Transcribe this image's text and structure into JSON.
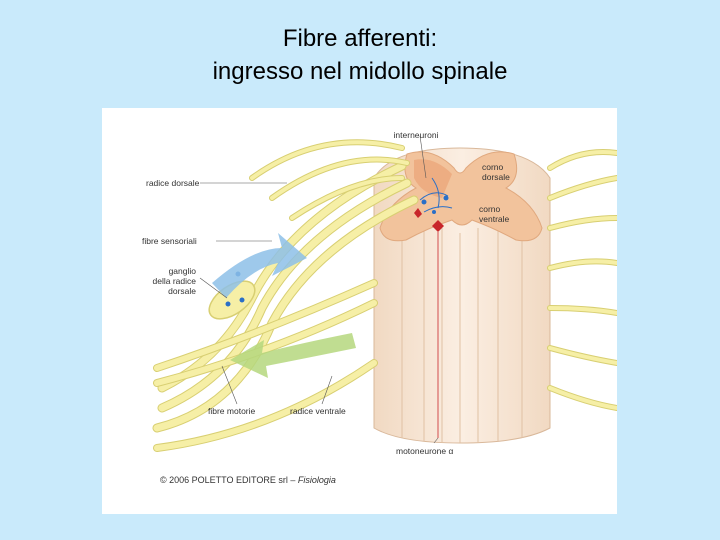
{
  "title": {
    "line1": "Fibre afferenti:",
    "line2": "ingresso nel midollo spinale"
  },
  "figure": {
    "labels": {
      "interneuroni": "interneuroni",
      "corno_dorsale": "corno\ndorsale",
      "corno_ventrale": "corno\nventrale",
      "radice_dorsale": "radice dorsale",
      "fibre_sensoriali": "fibre sensoriali",
      "ganglio": "ganglio\ndella radice\ndorsale",
      "fibre_motorie": "fibre motorie",
      "radice_ventrale": "radice ventrale",
      "motoneurone": "motoneurone α"
    },
    "credit": {
      "text": "© 2006 POLETTO EDITORE srl – ",
      "italic": "Fisiologia"
    },
    "colors": {
      "nerve_fiber": "#f6efa6",
      "fiber_outline": "#d8cf72",
      "gray_matter": "#f3c9a0",
      "spinal_cord": "#f7e6d4",
      "sensory_arrow": "#8dbfe8",
      "motor_arrow": "#b5d77e",
      "interneuron": "#2a6fc7",
      "motoneuron": "#c8262a"
    }
  }
}
